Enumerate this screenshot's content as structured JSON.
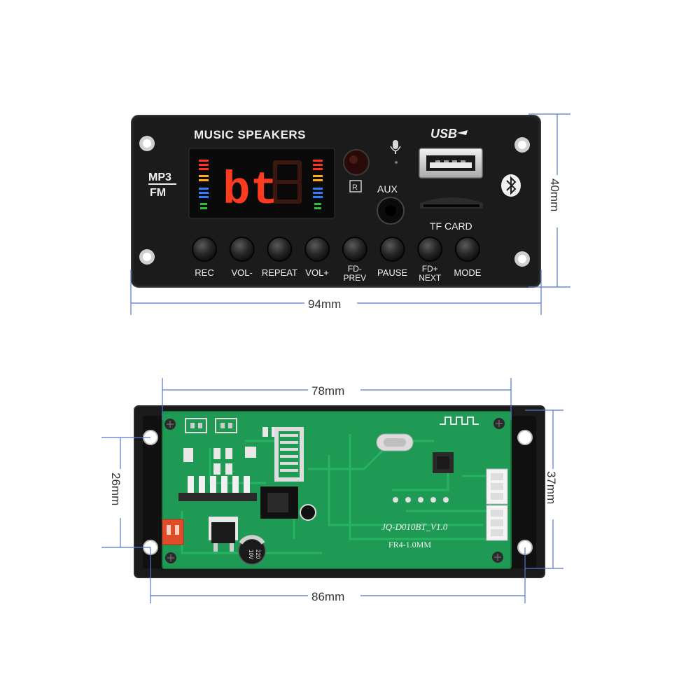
{
  "front": {
    "brand": "MUSIC SPEAKERS",
    "mp3": "MP3",
    "fm": "FM",
    "display": "bt",
    "usb": "USB",
    "aux": "AUX",
    "tf_card": "TF CARD",
    "icons": [
      "mic-icon",
      "bluetooth-icon",
      "ir-receiver-icon",
      "sd-slot-icon",
      "usb-port-icon",
      "aux-jack-icon"
    ],
    "buttons": [
      {
        "id": "rec",
        "lines": [
          "REC"
        ]
      },
      {
        "id": "vol-minus",
        "lines": [
          "VOL-"
        ]
      },
      {
        "id": "repeat",
        "lines": [
          "REPEAT"
        ]
      },
      {
        "id": "vol-plus",
        "lines": [
          "VOL+"
        ]
      },
      {
        "id": "fd-prev",
        "lines": [
          "FD-",
          "PREV"
        ]
      },
      {
        "id": "pause",
        "lines": [
          "PAUSE"
        ]
      },
      {
        "id": "fd-next",
        "lines": [
          "FD+",
          "NEXT"
        ]
      },
      {
        "id": "mode",
        "lines": [
          "MODE"
        ]
      }
    ]
  },
  "back": {
    "board_model": "JQ-D010BT_V1.0",
    "board_spec": "FR4-1.0MM",
    "capacitor": [
      "220",
      "10V"
    ]
  },
  "dimensions": {
    "front_width": "94mm",
    "front_height": "40mm",
    "back_inner_width": "78mm",
    "back_hole_height": "26mm",
    "back_height": "37mm",
    "back_width": "86mm"
  },
  "colors": {
    "panel": "#1b1b1b",
    "pcb": "#1f9a54",
    "dimension_line": "#5577cc",
    "display_red": "#ff3b1f"
  }
}
